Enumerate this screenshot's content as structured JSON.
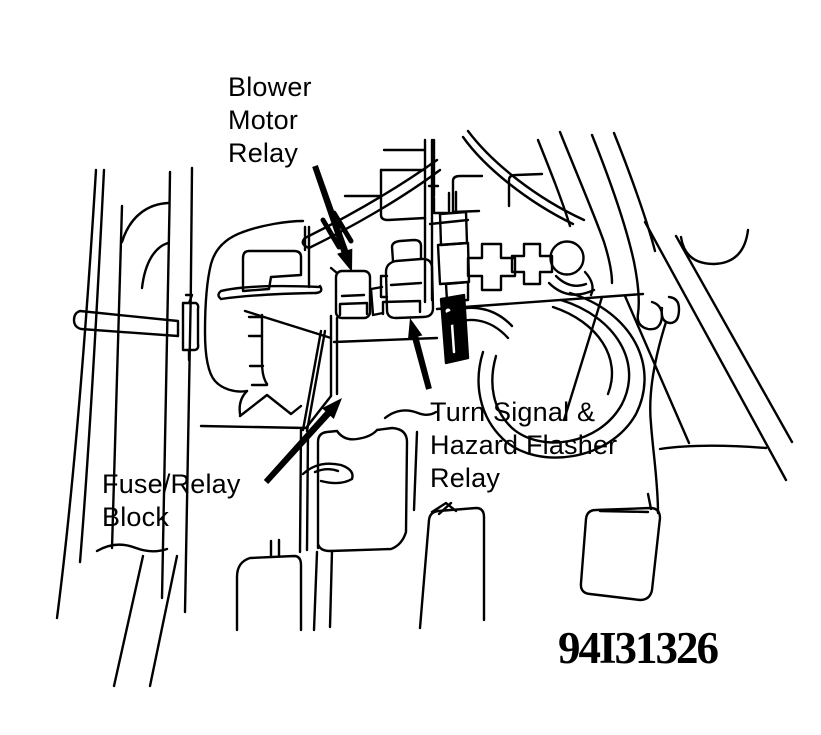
{
  "colors": {
    "ink": "#000000",
    "background": "#ffffff"
  },
  "labels": {
    "blower_motor_relay": {
      "lines": [
        "Blower",
        "Motor",
        "Relay"
      ]
    },
    "fuse_relay_block": {
      "lines": [
        "Fuse/Relay",
        "Block"
      ]
    },
    "turn_signal_hazard_flasher_relay": {
      "lines": [
        "Turn Signal &",
        "Hazard Flasher",
        "Relay"
      ]
    }
  },
  "figure_code": "94I31326",
  "icons": {
    "arrows": [
      "blower-motor-relay-arrow",
      "fuse-relay-block-arrow",
      "turn-signal-flasher-arrow"
    ]
  }
}
